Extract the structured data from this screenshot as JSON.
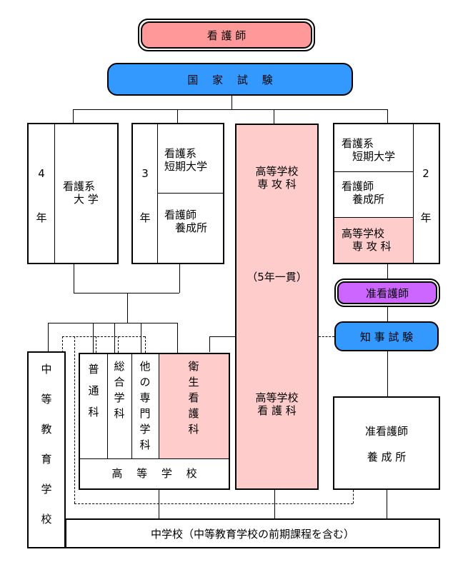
{
  "top": {
    "nurse": "看 護 師",
    "national_exam": "国　 家　 試　 験"
  },
  "univ4": {
    "years_num": "4",
    "years_unit": "年",
    "label": "看護系\n　大 学"
  },
  "school3": {
    "years_num": "3",
    "years_unit": "年",
    "junior_college": "看護系\n短期大学",
    "training": "看護師\n　養成所"
  },
  "high5": {
    "dept": "高等学校\n専 攻 科",
    "integrated": "（5年一貫）",
    "nursing": "高等学校\n看 護 科"
  },
  "school2": {
    "years_num": "2",
    "years_unit": "年",
    "junior_college": "看護系\n　短期大学",
    "training": "看護師\n　養成所",
    "dept": "高等学校\n　専 攻 科"
  },
  "assoc": {
    "title": "准看護師",
    "exam": "知 事 試 験",
    "training": "准看護師\n\n養 成 所"
  },
  "secondary": {
    "label": "中\n等\n教\n育\n学\n校"
  },
  "highschool": {
    "cols": [
      "普\n通\n科",
      "総\n合\n学\n科",
      "他\nの\n専\n門\n学\n科",
      "衛\n生\n看\n護\n科"
    ],
    "label": "高　 等　 学　 校"
  },
  "junior_high": {
    "label": "中学校（中等教育学校の前期課程を含む）"
  },
  "colors": {
    "nurse": "#ff9999",
    "exam": "#3399ff",
    "assoc": "#cc66ff",
    "pink": "#ffcccc"
  }
}
